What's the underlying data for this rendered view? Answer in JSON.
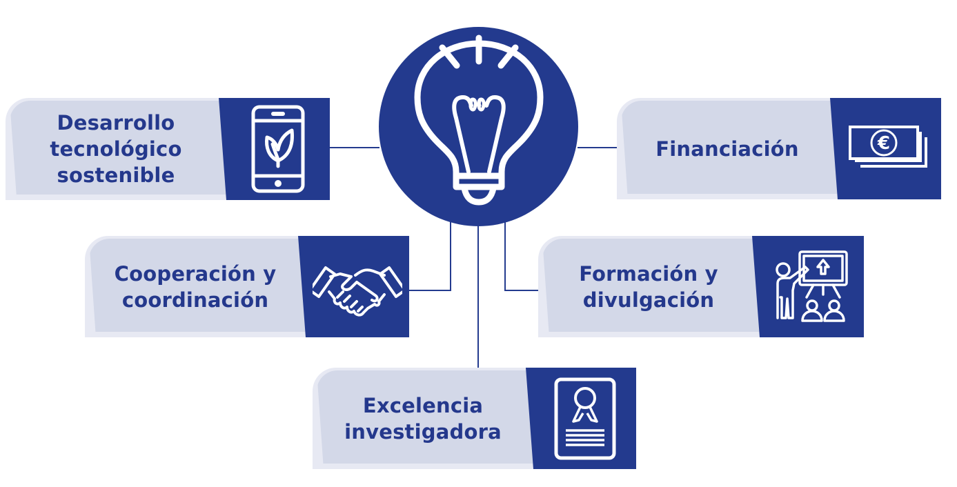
{
  "diagram": {
    "hub": {
      "icon": "lightbulb-icon"
    },
    "colors": {
      "dark_blue": "#233a8e",
      "text_blue": "#24388c",
      "light_panel": "#d3d8e8",
      "light_panel_border": "#e7e9f3"
    },
    "nodes": [
      {
        "id": "desarrollo",
        "lines": [
          "Desarrollo",
          "tecnológico",
          "sostenible"
        ],
        "icon": "smartphone-leaf-icon"
      },
      {
        "id": "financiacion",
        "lines": [
          "Financiación"
        ],
        "icon": "euro-banknotes-icon"
      },
      {
        "id": "cooperacion",
        "lines": [
          "Cooperación y",
          "coordinación"
        ],
        "icon": "handshake-icon"
      },
      {
        "id": "formacion",
        "lines": [
          "Formación y",
          "divulgación"
        ],
        "icon": "teacher-presentation-icon"
      },
      {
        "id": "excelencia",
        "lines": [
          "Excelencia",
          "investigadora"
        ],
        "icon": "certificate-award-icon"
      }
    ]
  }
}
